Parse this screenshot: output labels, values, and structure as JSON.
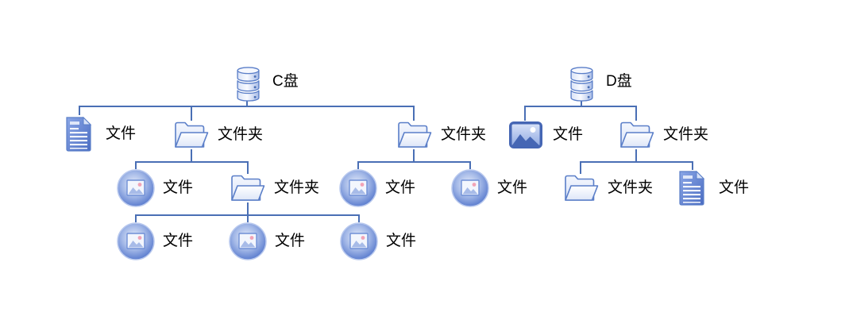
{
  "colors": {
    "connector": "#4a6fb5",
    "text": "#000000"
  },
  "drives": [
    {
      "label": "C盘",
      "icon": "database-icon",
      "children": [
        {
          "label": "文件",
          "icon": "document-icon"
        },
        {
          "label": "文件夹",
          "icon": "folder-icon",
          "children": [
            {
              "label": "文件",
              "icon": "image-icon"
            },
            {
              "label": "文件夹",
              "icon": "folder-icon",
              "children": [
                {
                  "label": "文件",
                  "icon": "image-icon"
                },
                {
                  "label": "文件",
                  "icon": "image-icon"
                },
                {
                  "label": "文件",
                  "icon": "image-icon"
                }
              ]
            }
          ]
        },
        {
          "label": "文件夹",
          "icon": "folder-icon",
          "children": [
            {
              "label": "文件",
              "icon": "image-icon"
            },
            {
              "label": "文件",
              "icon": "image-icon"
            }
          ]
        }
      ]
    },
    {
      "label": "D盘",
      "icon": "database-icon",
      "children": [
        {
          "label": "文件",
          "icon": "picture-icon"
        },
        {
          "label": "文件夹",
          "icon": "folder-icon",
          "children": [
            {
              "label": "文件夹",
              "icon": "folder-icon"
            },
            {
              "label": "文件",
              "icon": "document-icon"
            }
          ]
        }
      ]
    }
  ]
}
